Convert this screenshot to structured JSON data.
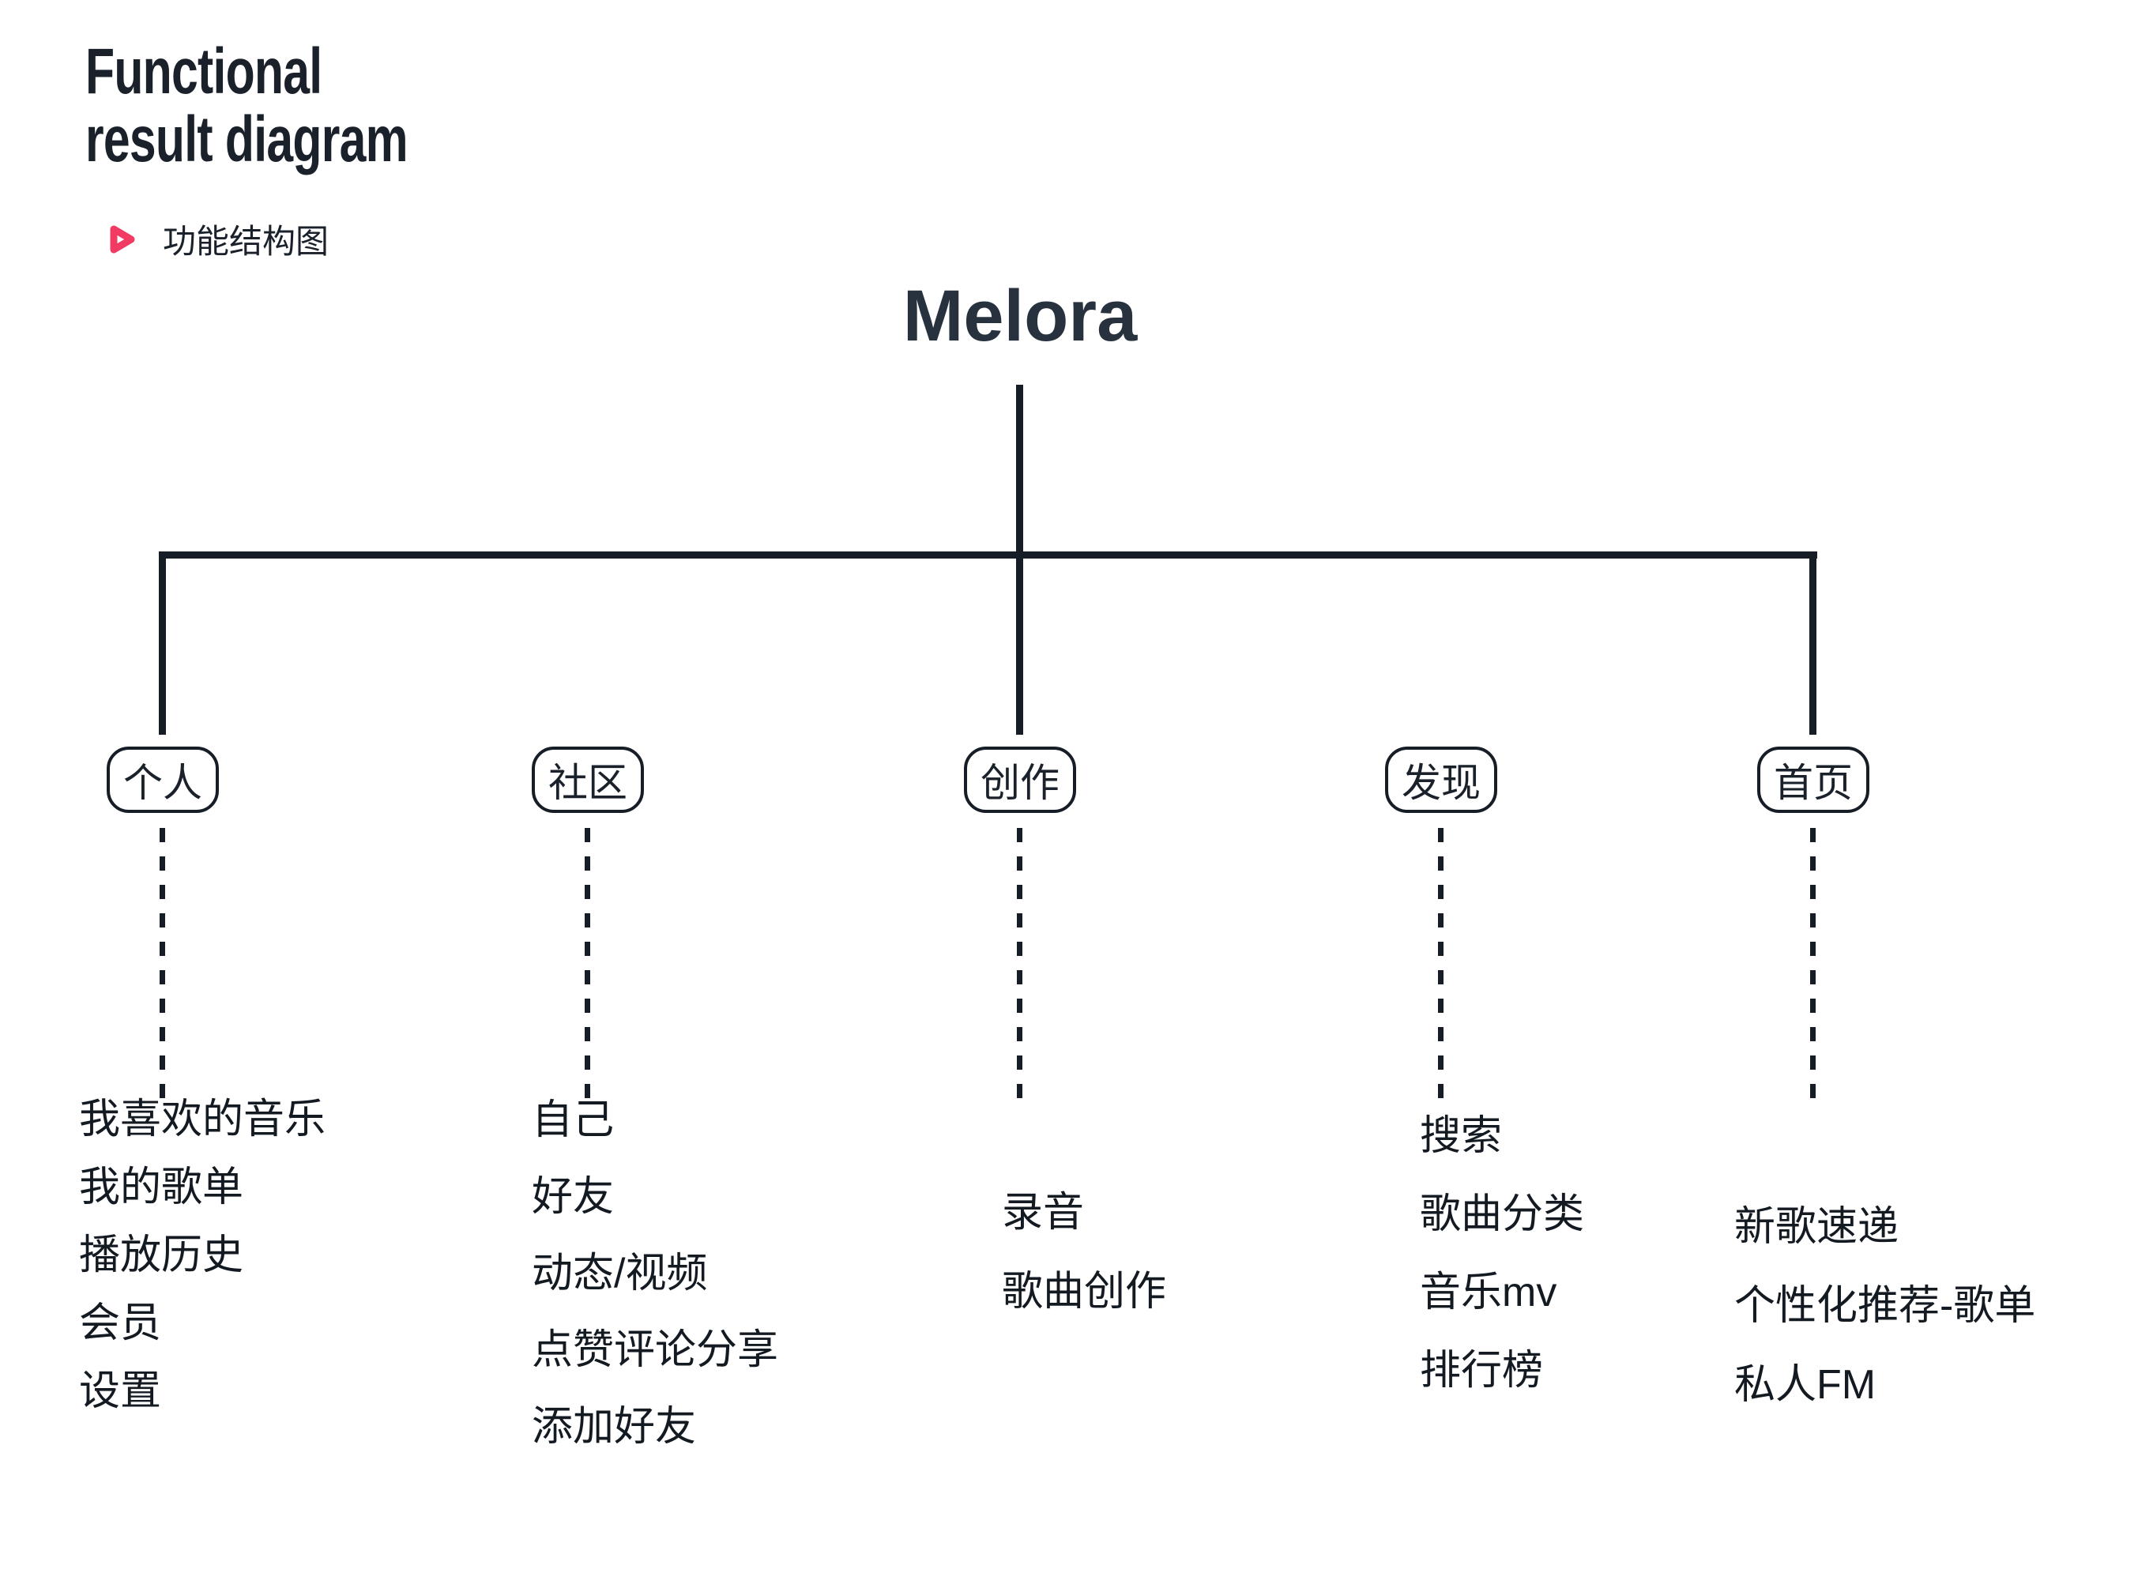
{
  "page": {
    "title_line1": "Functional",
    "title_line2": "result diagram",
    "subtitle": "功能结构图",
    "subtitle_icon": "play-icon",
    "accent_color": "#F23B63",
    "line_color": "#161D27",
    "text_color": "#1A212B"
  },
  "tree": {
    "root": "Melora",
    "branches": [
      {
        "label": "个人",
        "children": [
          "我喜欢的音乐",
          "我的歌单",
          "播放历史",
          "会员",
          "设置"
        ]
      },
      {
        "label": "社区",
        "children": [
          "自己",
          "好友",
          "动态/视频",
          "点赞评论分享",
          "添加好友"
        ]
      },
      {
        "label": "创作",
        "children": [
          "录音",
          "歌曲创作"
        ]
      },
      {
        "label": "发现",
        "children": [
          "搜索",
          "歌曲分类",
          "音乐mv",
          "排行榜"
        ]
      },
      {
        "label": "首页",
        "children": [
          "新歌速递",
          "个性化推荐-歌单",
          "私人FM"
        ]
      }
    ]
  }
}
